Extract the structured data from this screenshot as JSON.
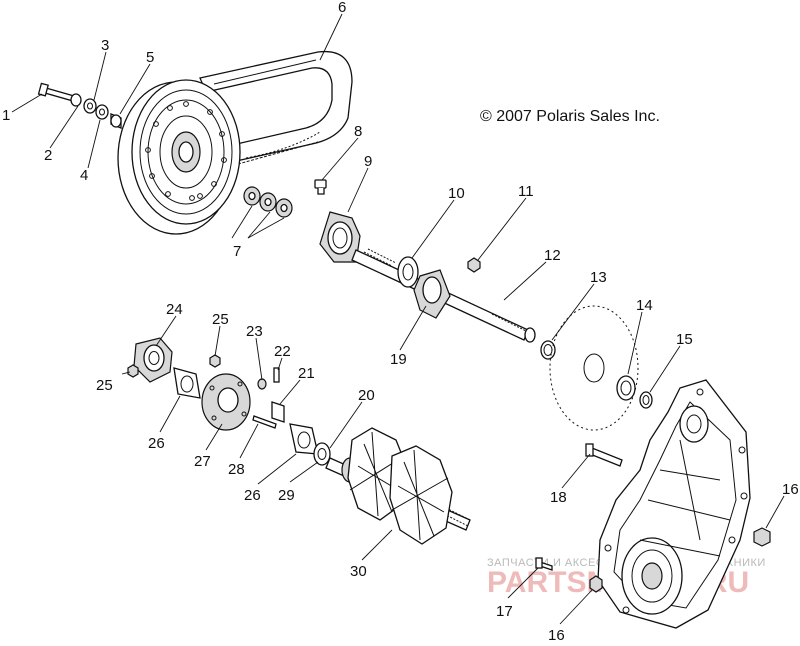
{
  "diagram": {
    "copyright": "© 2007 Polaris Sales Inc.",
    "watermark": {
      "small": "ЗАПЧАСТИ И АКСЕССУАРЫ ДЛЯ МОТОТЕХНИКИ",
      "big": "PARTSMOTOR.RU"
    },
    "callouts": [
      "1",
      "2",
      "3",
      "4",
      "5",
      "6",
      "7",
      "8",
      "9",
      "10",
      "11",
      "12",
      "13",
      "14",
      "15",
      "16",
      "16",
      "17",
      "18",
      "19",
      "20",
      "21",
      "22",
      "23",
      "24",
      "25",
      "25",
      "26",
      "26",
      "27",
      "28",
      "29",
      "30"
    ]
  }
}
